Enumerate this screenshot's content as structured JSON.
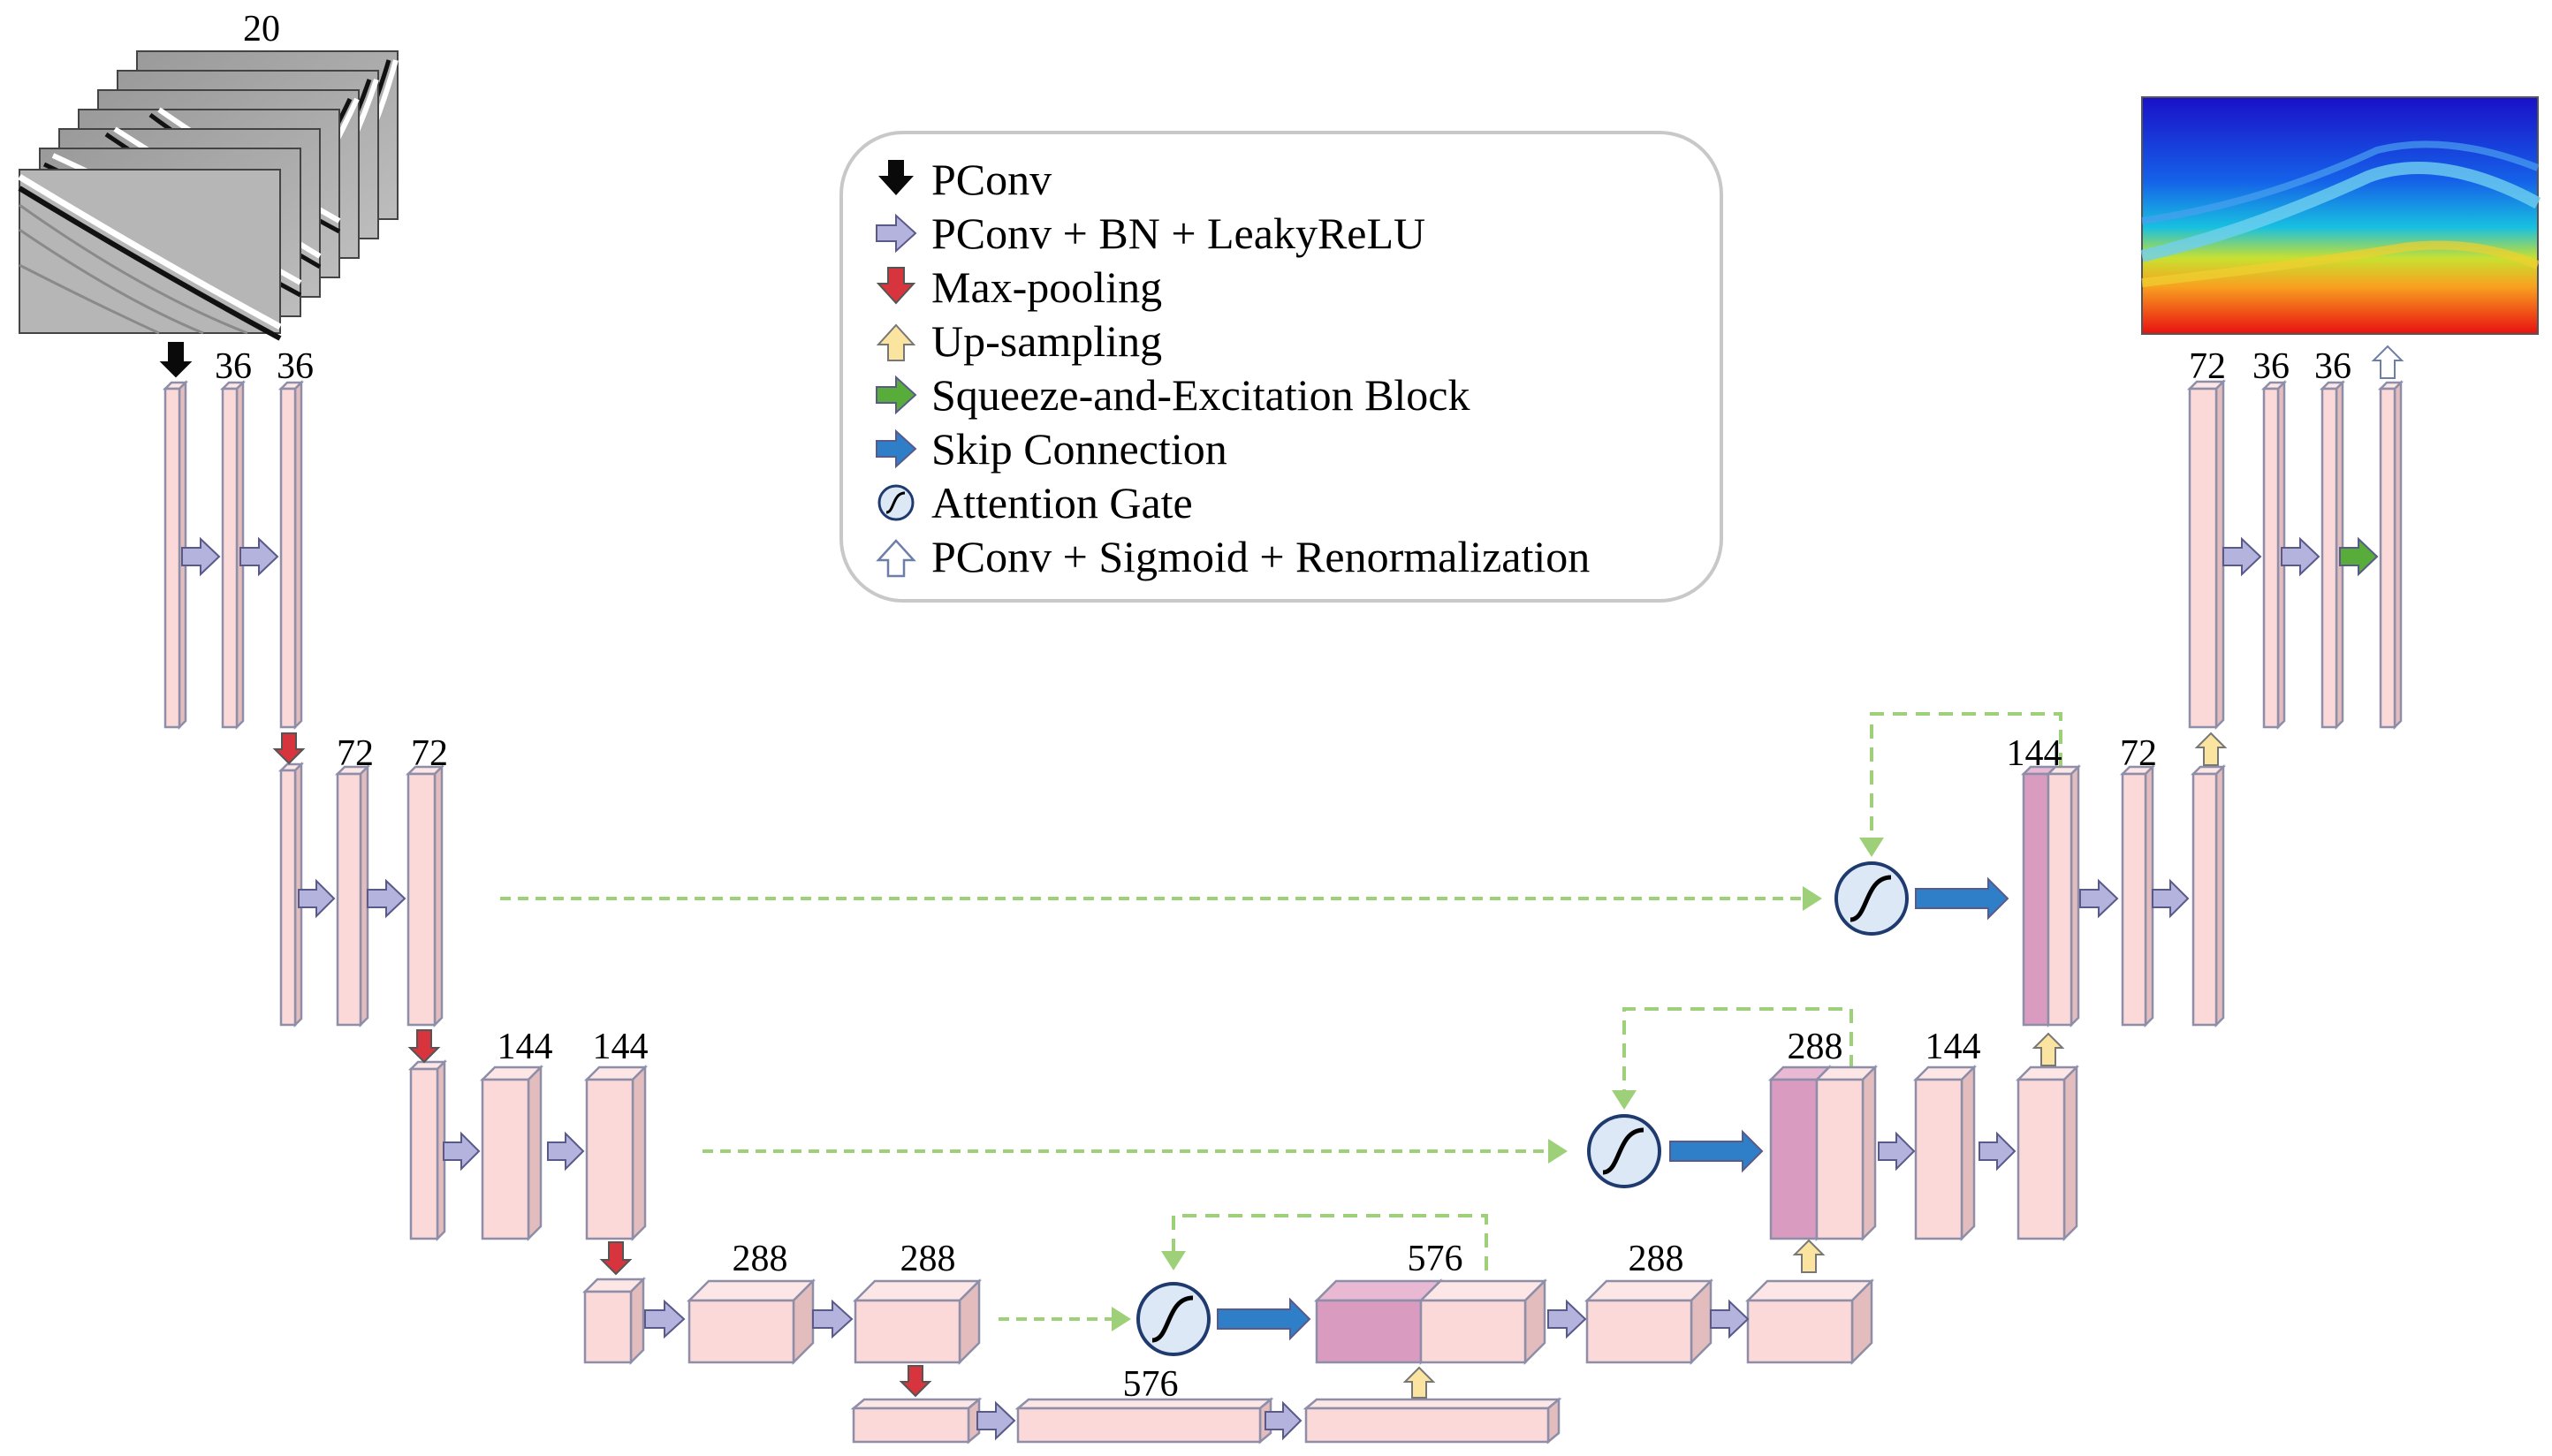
{
  "input": {
    "channels_label": "20"
  },
  "legend": {
    "items": [
      {
        "icon": "pconv-arrow-icon",
        "label": "PConv"
      },
      {
        "icon": "pconv-bn-leakyrelu-arrow-icon",
        "label": "PConv + BN + LeakyReLU"
      },
      {
        "icon": "maxpool-arrow-icon",
        "label": "Max-pooling"
      },
      {
        "icon": "upsample-arrow-icon",
        "label": "Up-sampling"
      },
      {
        "icon": "se-block-arrow-icon",
        "label": "Squeeze-and-Excitation Block"
      },
      {
        "icon": "skip-connection-arrow-icon",
        "label": "Skip Connection"
      },
      {
        "icon": "attention-gate-icon",
        "label": "Attention Gate"
      },
      {
        "icon": "pconv-sigmoid-renorm-arrow-icon",
        "label": "PConv + Sigmoid + Renormalization"
      }
    ]
  },
  "encoder": {
    "level1": [
      "36",
      "36"
    ],
    "level2": [
      "72",
      "72"
    ],
    "level3": [
      "144",
      "144"
    ],
    "level4": [
      "288",
      "288"
    ],
    "bottleneck": "576"
  },
  "decoder": {
    "level4": [
      "576",
      "288"
    ],
    "level3": [
      "288",
      "144"
    ],
    "level2": [
      "144",
      "72"
    ],
    "level1": [
      "72",
      "36",
      "36"
    ]
  },
  "colors": {
    "block_face": "#fbd9d9",
    "block_side": "#e3bdbd",
    "block_edge": "#8e8ea8",
    "concat_face": "#d99cc0",
    "conv_arrow": "#b3b3de",
    "pool_arrow": "#d8343d",
    "up_arrow": "#fbe4a0",
    "se_arrow": "#58ad3a",
    "skip_arrow": "#2f7ec8",
    "skip_line": "#9ed07a",
    "attention_fill": "#dce8f6"
  }
}
